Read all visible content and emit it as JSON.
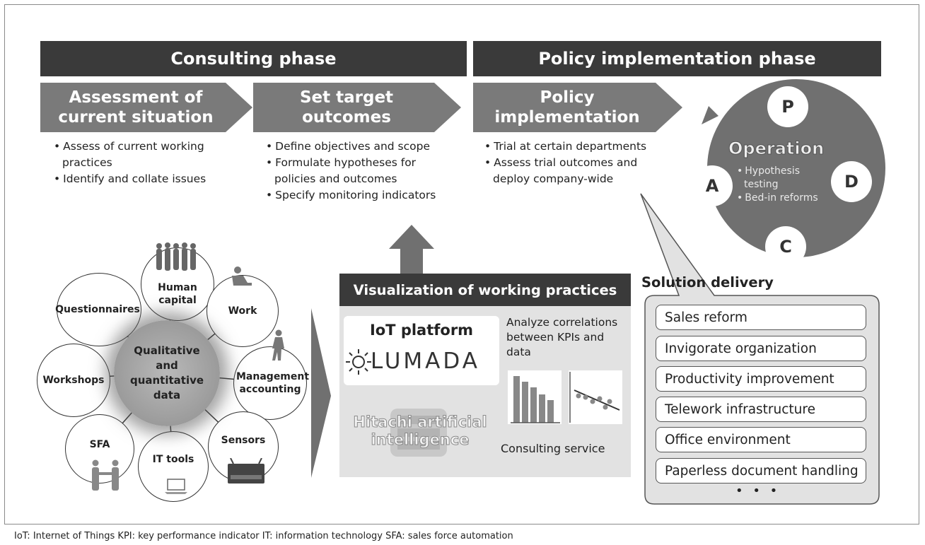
{
  "phases": {
    "consulting": "Consulting phase",
    "implementation": "Policy implementation phase"
  },
  "steps": [
    {
      "label": "Assessment of\ncurrent situation",
      "bullets": [
        "Assess of current working practices",
        "Identify and collate issues"
      ]
    },
    {
      "label": "Set target\noutcomes",
      "bullets": [
        "Define objectives and scope",
        "Formulate hypotheses for policies and outcomes",
        "Specify monitoring indicators"
      ]
    },
    {
      "label": "Policy\nimplementation",
      "bullets": [
        "Trial at certain departments",
        "Assess trial outcomes and deploy company-wide"
      ]
    }
  ],
  "pdca": {
    "p": "P",
    "d": "D",
    "c": "C",
    "a": "A",
    "title": "Operation",
    "bullets": [
      "Hypothesis testing",
      "Bed-in reforms"
    ]
  },
  "hub": {
    "center": "Qualitative and quantitative data",
    "nodes": {
      "human_capital": "Human capital",
      "work": "Work",
      "management_accounting": "Management accounting",
      "sensors": "Sensors",
      "it_tools": "IT tools",
      "sfa": "SFA",
      "workshops": "Workshops",
      "questionnaires": "Questionnaires"
    }
  },
  "visualization": {
    "title": "Visualization of working practices",
    "iot_title": "IoT platform",
    "lumada": "LUMADA",
    "hitachi_ai": "Hitachi artificial\nintelligence",
    "analyze": "Analyze correlations\nbetween KPIs and\ndata",
    "consulting_service": "Consulting service"
  },
  "solution": {
    "title": "Solution delivery",
    "items": [
      "Sales reform",
      "Invigorate organization",
      "Productivity improvement",
      "Telework infrastructure",
      "Office environment",
      "Paperless document handling"
    ],
    "more": "• • •"
  },
  "footnote": "IoT: Internet of Things   KPI: key performance indicator   IT: information technology   SFA: sales force automation",
  "colors": {
    "dark": "#3a3a3a",
    "chevron": "#7a7a7a",
    "ring": "#707070",
    "panel": "#e2e2e2"
  }
}
